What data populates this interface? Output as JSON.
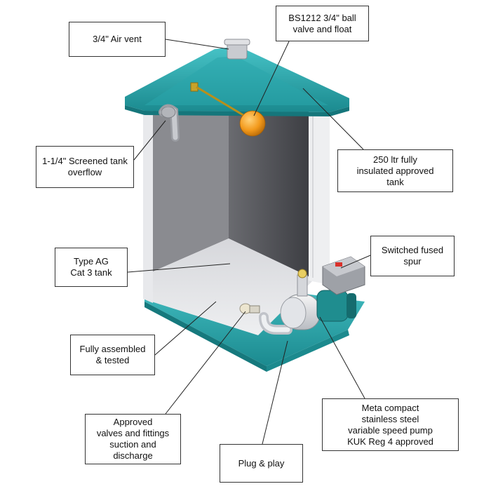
{
  "callouts": {
    "air_vent": "3/4\" Air vent",
    "ball_valve": "BS1212 3/4\" ball\nvalve and float",
    "overflow": "1-1/4\" Screened tank\noverflow",
    "insulated_tank": "250 ltr fully\ninsulated approved\ntank",
    "type_ag": "Type AG\nCat 3 tank",
    "fused_spur": "Switched fused\nspur",
    "assembled": "Fully assembled\n& tested",
    "pump": "Meta compact\nstainless steel\nvariable speed pump\nKUK Reg 4 approved",
    "valves": "Approved\nvalves and fittings\nsuction and\ndischarge",
    "plug_play": "Plug & play"
  },
  "colors": {
    "tank_trim": "#2fa3a8",
    "tank_wall": "#e6e7ea",
    "tank_interior": "#4c4d52",
    "float": "#f0a020",
    "pump_motor": "#1f8d8f",
    "leader_line": "#222222"
  }
}
